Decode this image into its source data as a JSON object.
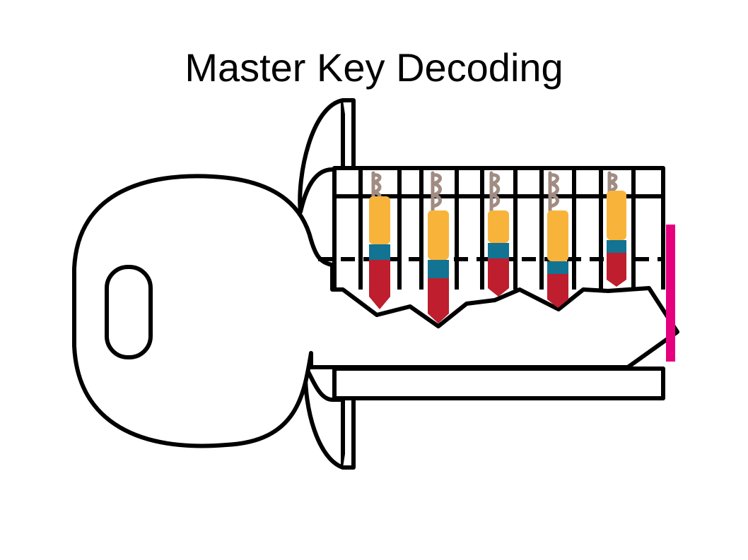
{
  "slide": {
    "title": "Master Key Decoding"
  },
  "colors": {
    "outline": "#000000",
    "background": "#ffffff",
    "spring": "#a08c82",
    "driver_pin": "#f8b43a",
    "master_wafer": "#127393",
    "key_pin": "#be1e2d",
    "key_stop": "#e6007e"
  },
  "pin_stacks": [
    {
      "id": 1,
      "has_master_wafer": true
    },
    {
      "id": 2,
      "has_master_wafer": true
    },
    {
      "id": 3,
      "has_master_wafer": true
    },
    {
      "id": 4,
      "has_master_wafer": true
    },
    {
      "id": 5,
      "has_master_wafer": true
    }
  ]
}
